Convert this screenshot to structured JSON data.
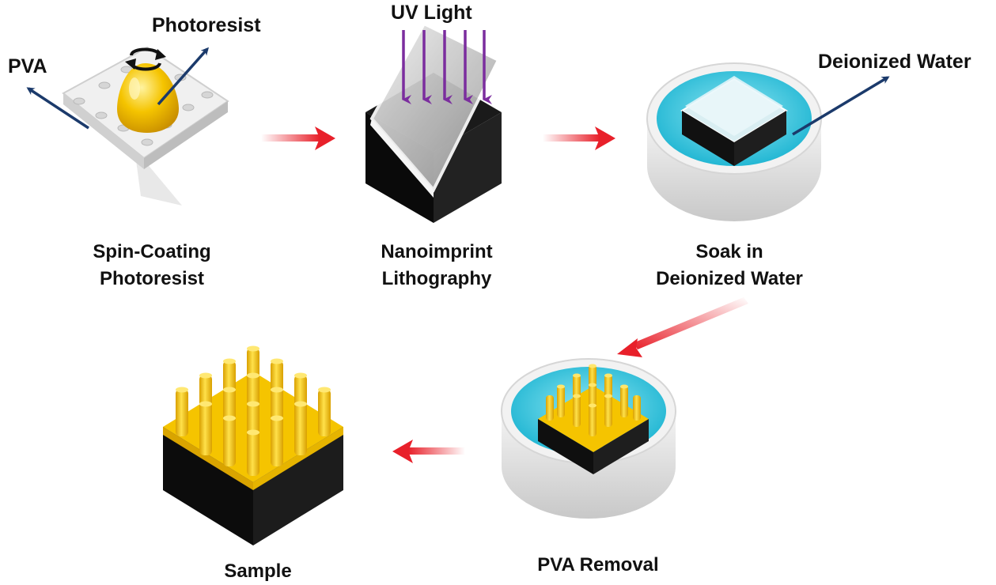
{
  "labels": {
    "pva": "PVA",
    "photoresist": "Photoresist",
    "uv_light": "UV Light",
    "deionized_water": "Deionized Water",
    "step1_line1": "Spin-Coating",
    "step1_line2": "Photoresist",
    "step2_line1": "Nanoimprint",
    "step2_line2": "Lithography",
    "step3_line1": "Soak in",
    "step3_line2": "Deionized Water",
    "step4": "PVA Removal",
    "step5": "Sample"
  },
  "colors": {
    "annotation_arrow": "#1b3a6b",
    "uv_arrow": "#7b2d9e",
    "flow_arrow": "#e8202a",
    "water": "#35c8e0",
    "gold": "#f5c400",
    "substrate": "#111111"
  }
}
